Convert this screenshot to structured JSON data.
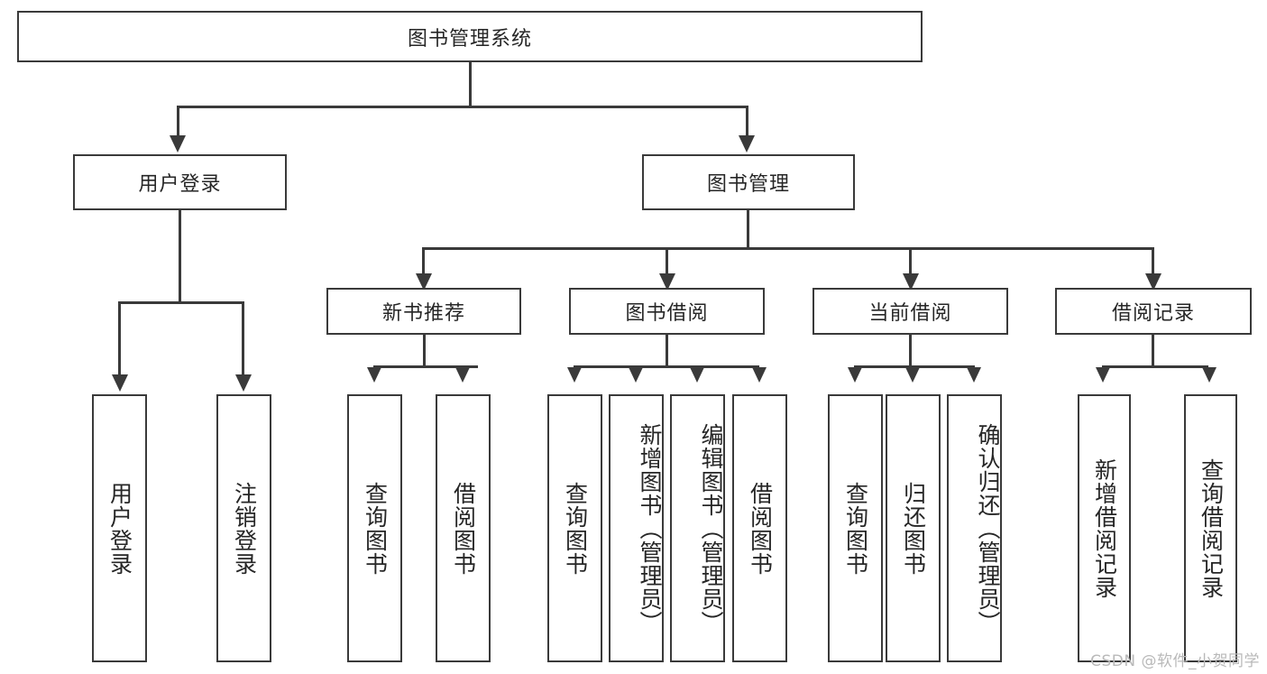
{
  "diagram": {
    "title": "图书管理系统",
    "root": {
      "label": "图书管理系统"
    },
    "level2": [
      {
        "label": "用户登录"
      },
      {
        "label": "图书管理"
      }
    ],
    "level3": [
      {
        "label": "新书推荐"
      },
      {
        "label": "图书借阅"
      },
      {
        "label": "当前借阅"
      },
      {
        "label": "借阅记录"
      }
    ],
    "leaves": {
      "user_login": [
        {
          "label": "用户登录"
        },
        {
          "label": "注销登录"
        }
      ],
      "new_book": [
        {
          "label": "查询图书"
        },
        {
          "label": "借阅图书"
        }
      ],
      "book_borrow": [
        {
          "label": "查询图书"
        },
        {
          "label": "新增图书（管理员）"
        },
        {
          "label": "编辑图书（管理员）"
        },
        {
          "label": "借阅图书"
        }
      ],
      "current_borrow": [
        {
          "label": "查询图书"
        },
        {
          "label": "归还图书"
        },
        {
          "label": "确认归还（管理员）"
        }
      ],
      "borrow_record": [
        {
          "label": "新增借阅记录"
        },
        {
          "label": "查询借阅记录"
        }
      ]
    }
  },
  "watermark": {
    "text": "CSDN @软件_小贺同学"
  },
  "colors": {
    "stroke": "#3a3a3a",
    "background": "#ffffff",
    "text": "#262626",
    "watermark": "#b9b9b9"
  }
}
